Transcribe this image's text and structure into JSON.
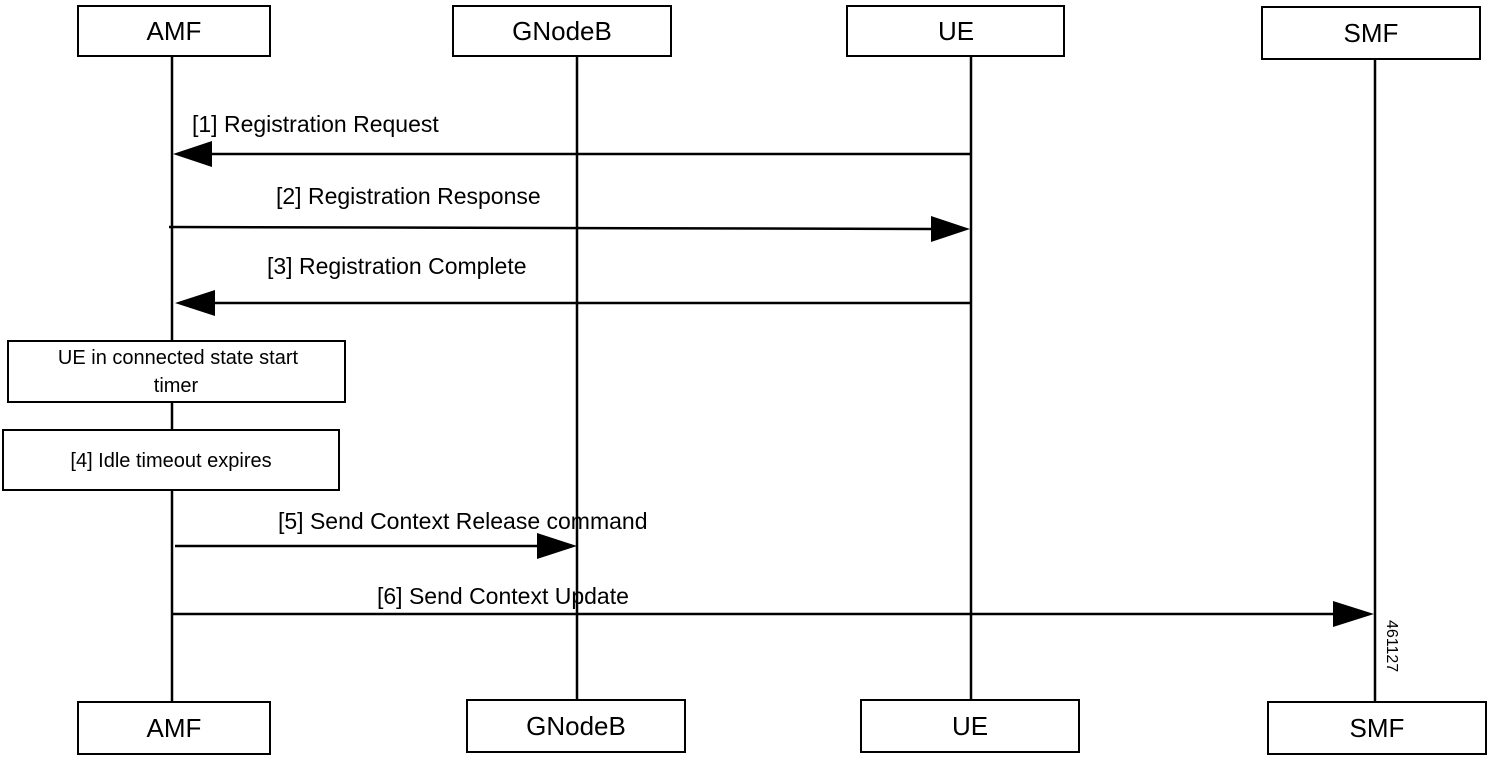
{
  "participants": {
    "amf": "AMF",
    "gnodeb": "GNodeB",
    "ue": "UE",
    "smf": "SMF"
  },
  "messages": {
    "m1": "[1] Registration Request",
    "m2": "[2] Registration Response",
    "m3": "[3] Registration Complete",
    "m5": "[5] Send Context Release command",
    "m6": "[6] Send Context Update"
  },
  "notes": {
    "connected_line1": "UE in connected state start",
    "connected_line2": "timer",
    "idle_timeout": "[4] Idle timeout expires"
  },
  "figure_id": "461127"
}
